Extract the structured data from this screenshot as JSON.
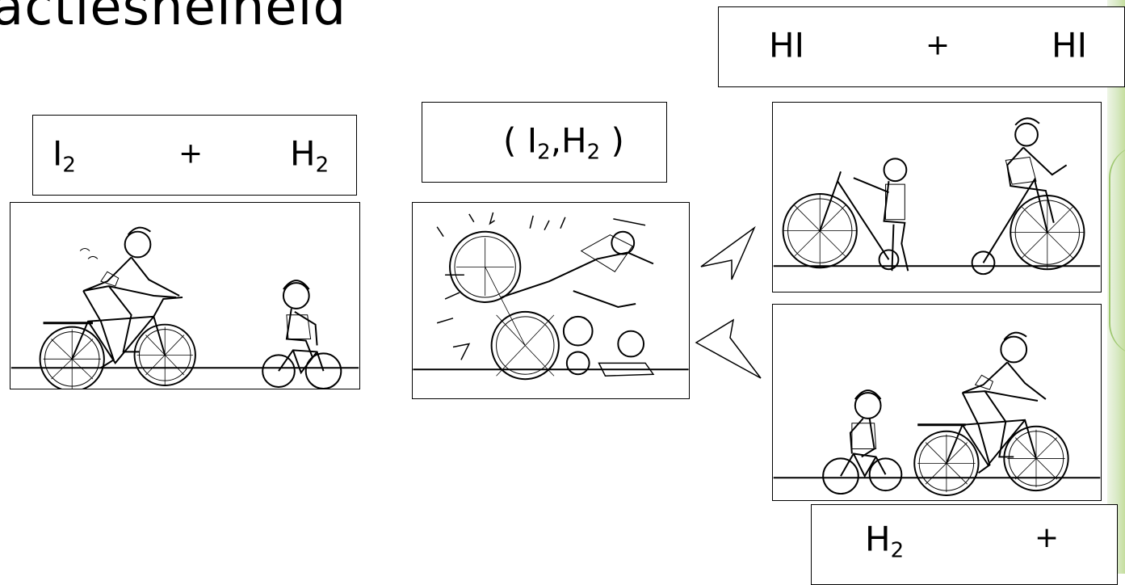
{
  "slide": {
    "title": "actiesnelheid"
  },
  "reactants": {
    "left": "I",
    "left_sub": "2",
    "plus": "+",
    "right": "H",
    "right_sub": "2"
  },
  "intermediate": {
    "open": "( ",
    "a": "I",
    "a_sub": "2",
    "comma": ",",
    "b": "H",
    "b_sub": "2",
    "close": " )"
  },
  "products": {
    "left": "HI",
    "plus": "+",
    "right": "HI"
  },
  "unreacted": {
    "left": "H",
    "left_sub": "2",
    "plus": "+"
  },
  "colors": {
    "accent_green": "#c5de9e",
    "line": "#000000"
  }
}
